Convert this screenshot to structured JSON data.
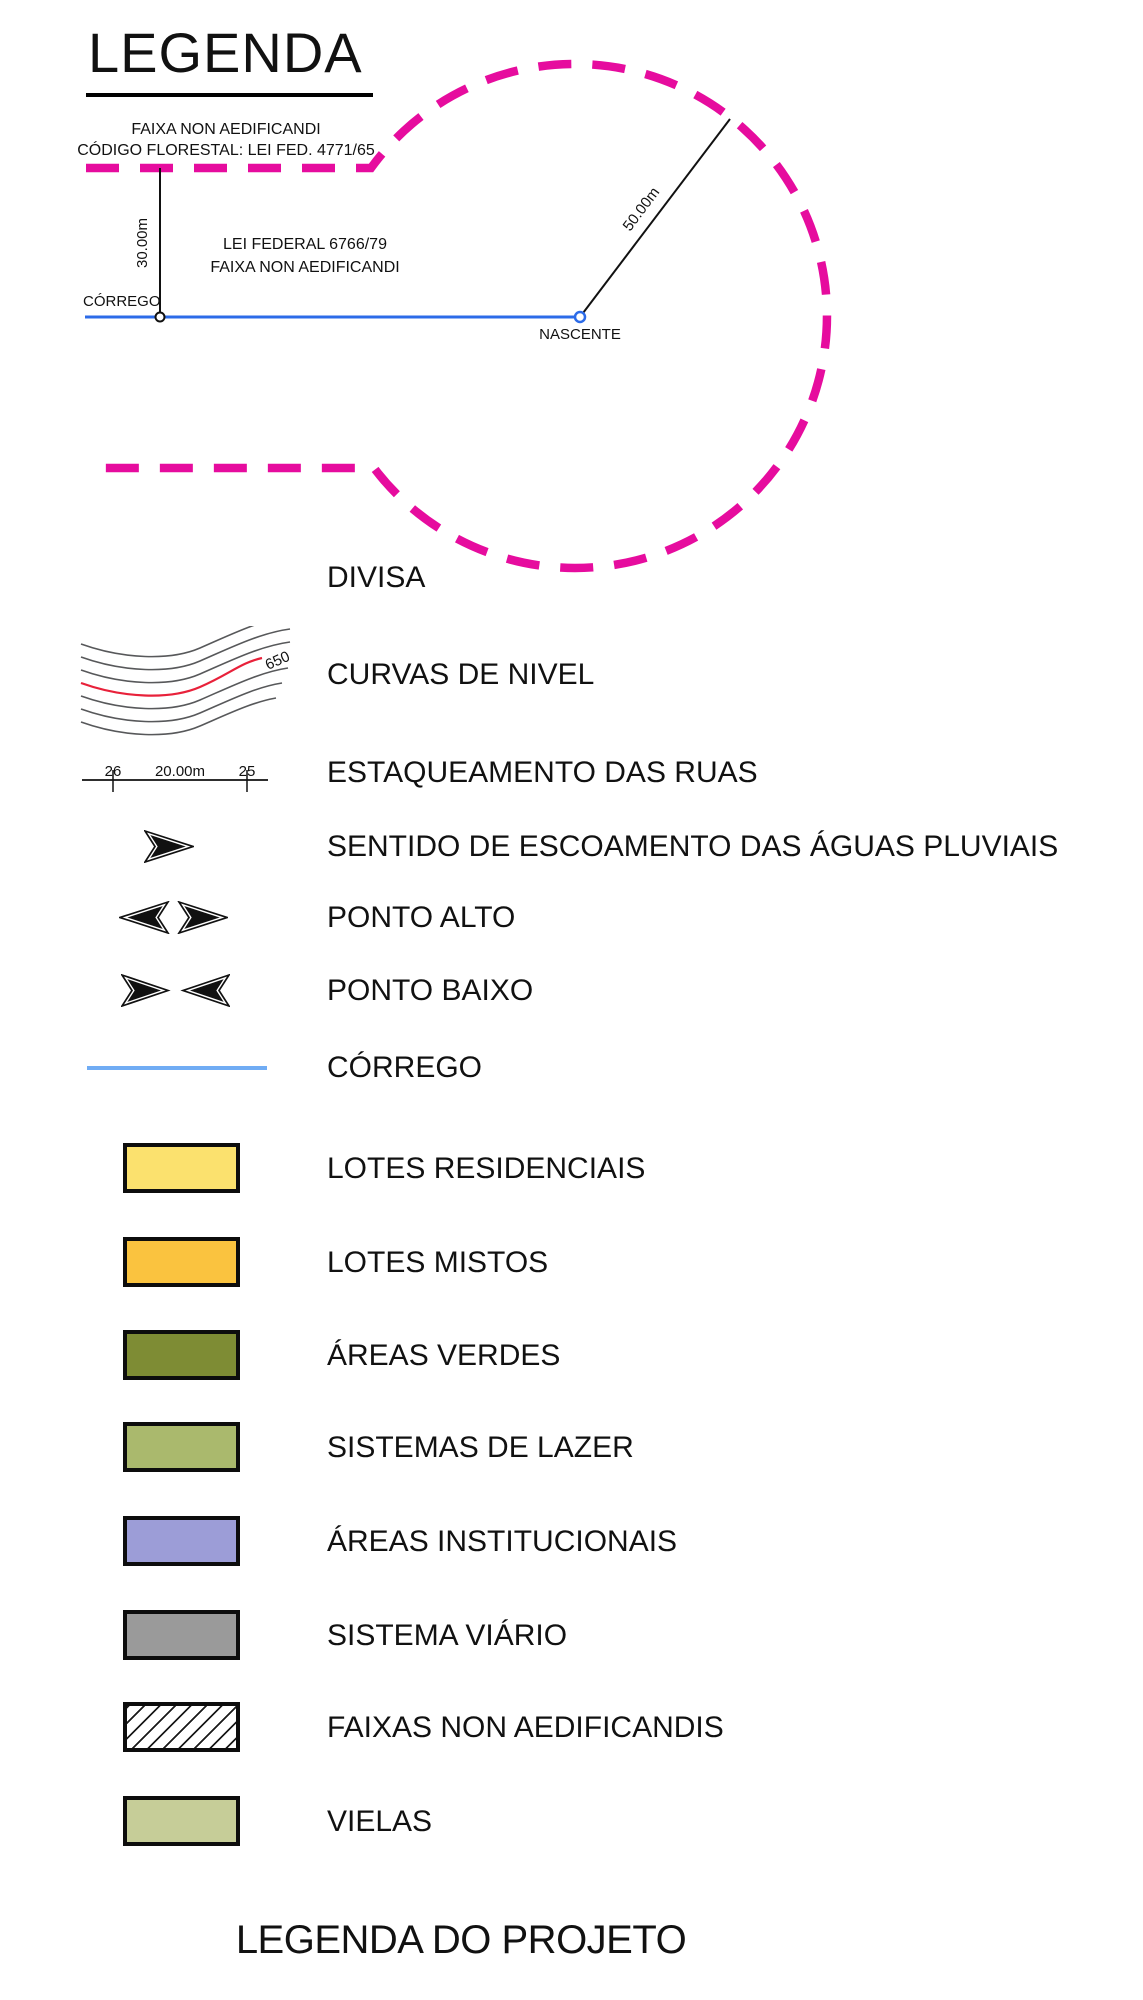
{
  "title": "LEGENDA",
  "footer_title": "LEGENDA DO PROJETO",
  "colors": {
    "boundary_magenta": "#E60C9E",
    "stream_blue": "#2C6BE8",
    "stream_light_blue": "#70ACF4",
    "contour_red": "#E8213A",
    "contour_gray": "#57585A",
    "ink": "#111111"
  },
  "diagram": {
    "note_top_line1": "FAIXA NON AEDIFICANDI",
    "note_top_line2": "CÓDIGO FLORESTAL: LEI FED. 4771/65",
    "dim_vertical": "30.00m",
    "note_mid_line1": "LEI FEDERAL 6766/79",
    "note_mid_line2": "FAIXA NON AEDIFICANDI",
    "stream_label": "CÓRREGO",
    "spring_label": "NASCENTE",
    "dim_radius": "50.00m"
  },
  "legend": {
    "contour_elevation_label": "650",
    "stakes": {
      "left_number": "26",
      "dimension": "20.00m",
      "right_number": "25"
    },
    "rows": [
      {
        "label": "DIVISA",
        "type": "dashed-boundary"
      },
      {
        "label": "CURVAS DE NIVEL",
        "type": "contours"
      },
      {
        "label": "ESTAQUEAMENTO DAS RUAS",
        "type": "stakes"
      },
      {
        "label": "SENTIDO DE ESCOAMENTO DAS ÁGUAS PLUVIAIS",
        "type": "arrow"
      },
      {
        "label": "PONTO ALTO",
        "type": "double-arrow-outward"
      },
      {
        "label": "PONTO BAIXO",
        "type": "double-arrow-inward"
      },
      {
        "label": "CÓRREGO",
        "type": "line",
        "color": "#70ACF4"
      },
      {
        "label": "LOTES RESIDENCIAIS",
        "type": "swatch",
        "color": "#FBE16E"
      },
      {
        "label": "LOTES MISTOS",
        "type": "swatch",
        "color": "#FAC33F"
      },
      {
        "label": "ÁREAS VERDES",
        "type": "swatch",
        "color": "#7E8C34"
      },
      {
        "label": "SISTEMAS DE LAZER",
        "type": "swatch",
        "color": "#AAB96D"
      },
      {
        "label": "ÁREAS INSTITUCIONAIS",
        "type": "swatch",
        "color": "#9C9DD7"
      },
      {
        "label": "SISTEMA VIÁRIO",
        "type": "swatch",
        "color": "#9A9A9A"
      },
      {
        "label": "FAIXAS NON AEDIFICANDIS",
        "type": "hatch-swatch"
      },
      {
        "label": "VIELAS",
        "type": "swatch",
        "color": "#C6CD98"
      }
    ]
  }
}
